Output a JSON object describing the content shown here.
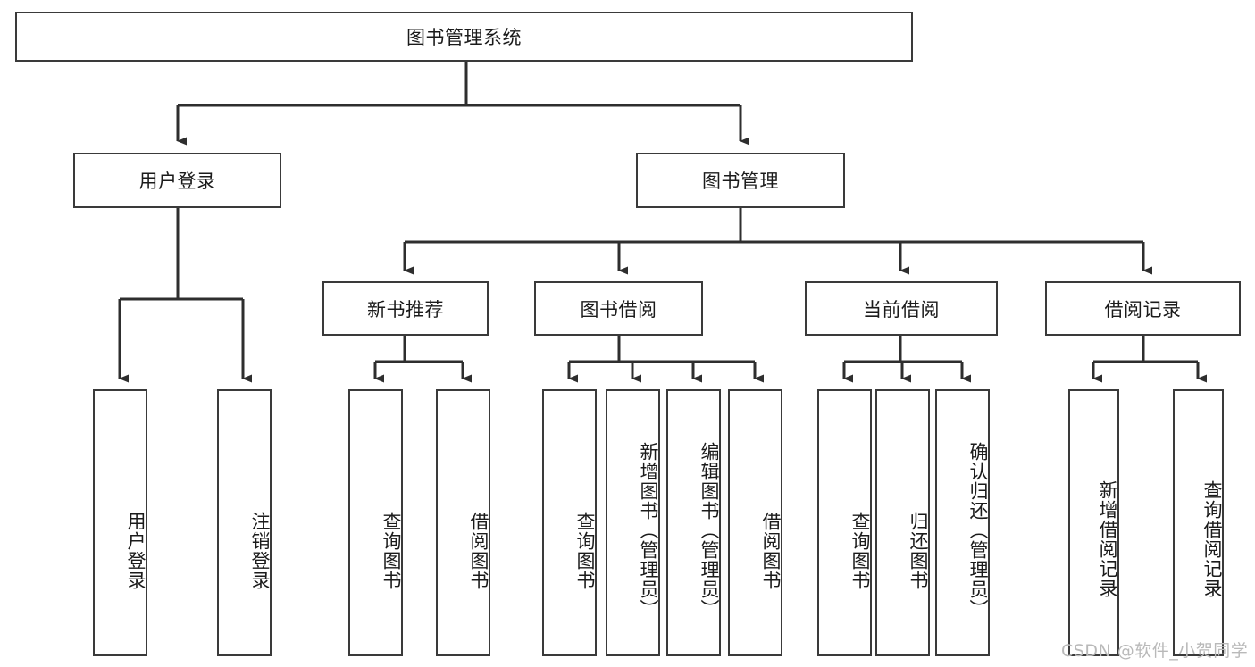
{
  "diagram": {
    "title": "图书管理系统",
    "type": "hierarchy-tree",
    "root": {
      "id": "root",
      "label": "图书管理系统"
    },
    "level1": [
      {
        "id": "user-login",
        "label": "用户登录"
      },
      {
        "id": "book-manage",
        "label": "图书管理"
      }
    ],
    "level2": [
      {
        "id": "new-book-rec",
        "label": "新书推荐",
        "parent": "book-manage"
      },
      {
        "id": "book-borrow",
        "label": "图书借阅",
        "parent": "book-manage"
      },
      {
        "id": "current-borrow",
        "label": "当前借阅",
        "parent": "book-manage"
      },
      {
        "id": "borrow-record",
        "label": "借阅记录",
        "parent": "book-manage"
      }
    ],
    "leaves": [
      {
        "id": "leaf-user-login",
        "label": "用户登录",
        "parent": "user-login"
      },
      {
        "id": "leaf-user-logout",
        "label": "注销登录",
        "parent": "user-login"
      },
      {
        "id": "leaf-query-book-1",
        "label": "查询图书",
        "parent": "new-book-rec"
      },
      {
        "id": "leaf-borrow-book-1",
        "label": "借阅图书",
        "parent": "new-book-rec"
      },
      {
        "id": "leaf-query-book-2",
        "label": "查询图书",
        "parent": "book-borrow"
      },
      {
        "id": "leaf-add-book",
        "label": "新增图书（管理员）",
        "parent": "book-borrow"
      },
      {
        "id": "leaf-edit-book",
        "label": "编辑图书（管理员）",
        "parent": "book-borrow"
      },
      {
        "id": "leaf-borrow-book-2",
        "label": "借阅图书",
        "parent": "book-borrow"
      },
      {
        "id": "leaf-query-book-3",
        "label": "查询图书",
        "parent": "current-borrow"
      },
      {
        "id": "leaf-return-book",
        "label": "归还图书",
        "parent": "current-borrow"
      },
      {
        "id": "leaf-confirm-return",
        "label": "确认归还（管理员）",
        "parent": "current-borrow"
      },
      {
        "id": "leaf-add-record",
        "label": "新增借阅记录",
        "parent": "borrow-record"
      },
      {
        "id": "leaf-query-record",
        "label": "查询借阅记录",
        "parent": "borrow-record"
      }
    ],
    "colors": {
      "stroke": "#3a3a3a",
      "fill": "#ffffff",
      "text": "#1b1b1b",
      "watermark": "#b9b9b9"
    }
  },
  "watermark": {
    "text": "CSDN @软件_小贺同学"
  }
}
